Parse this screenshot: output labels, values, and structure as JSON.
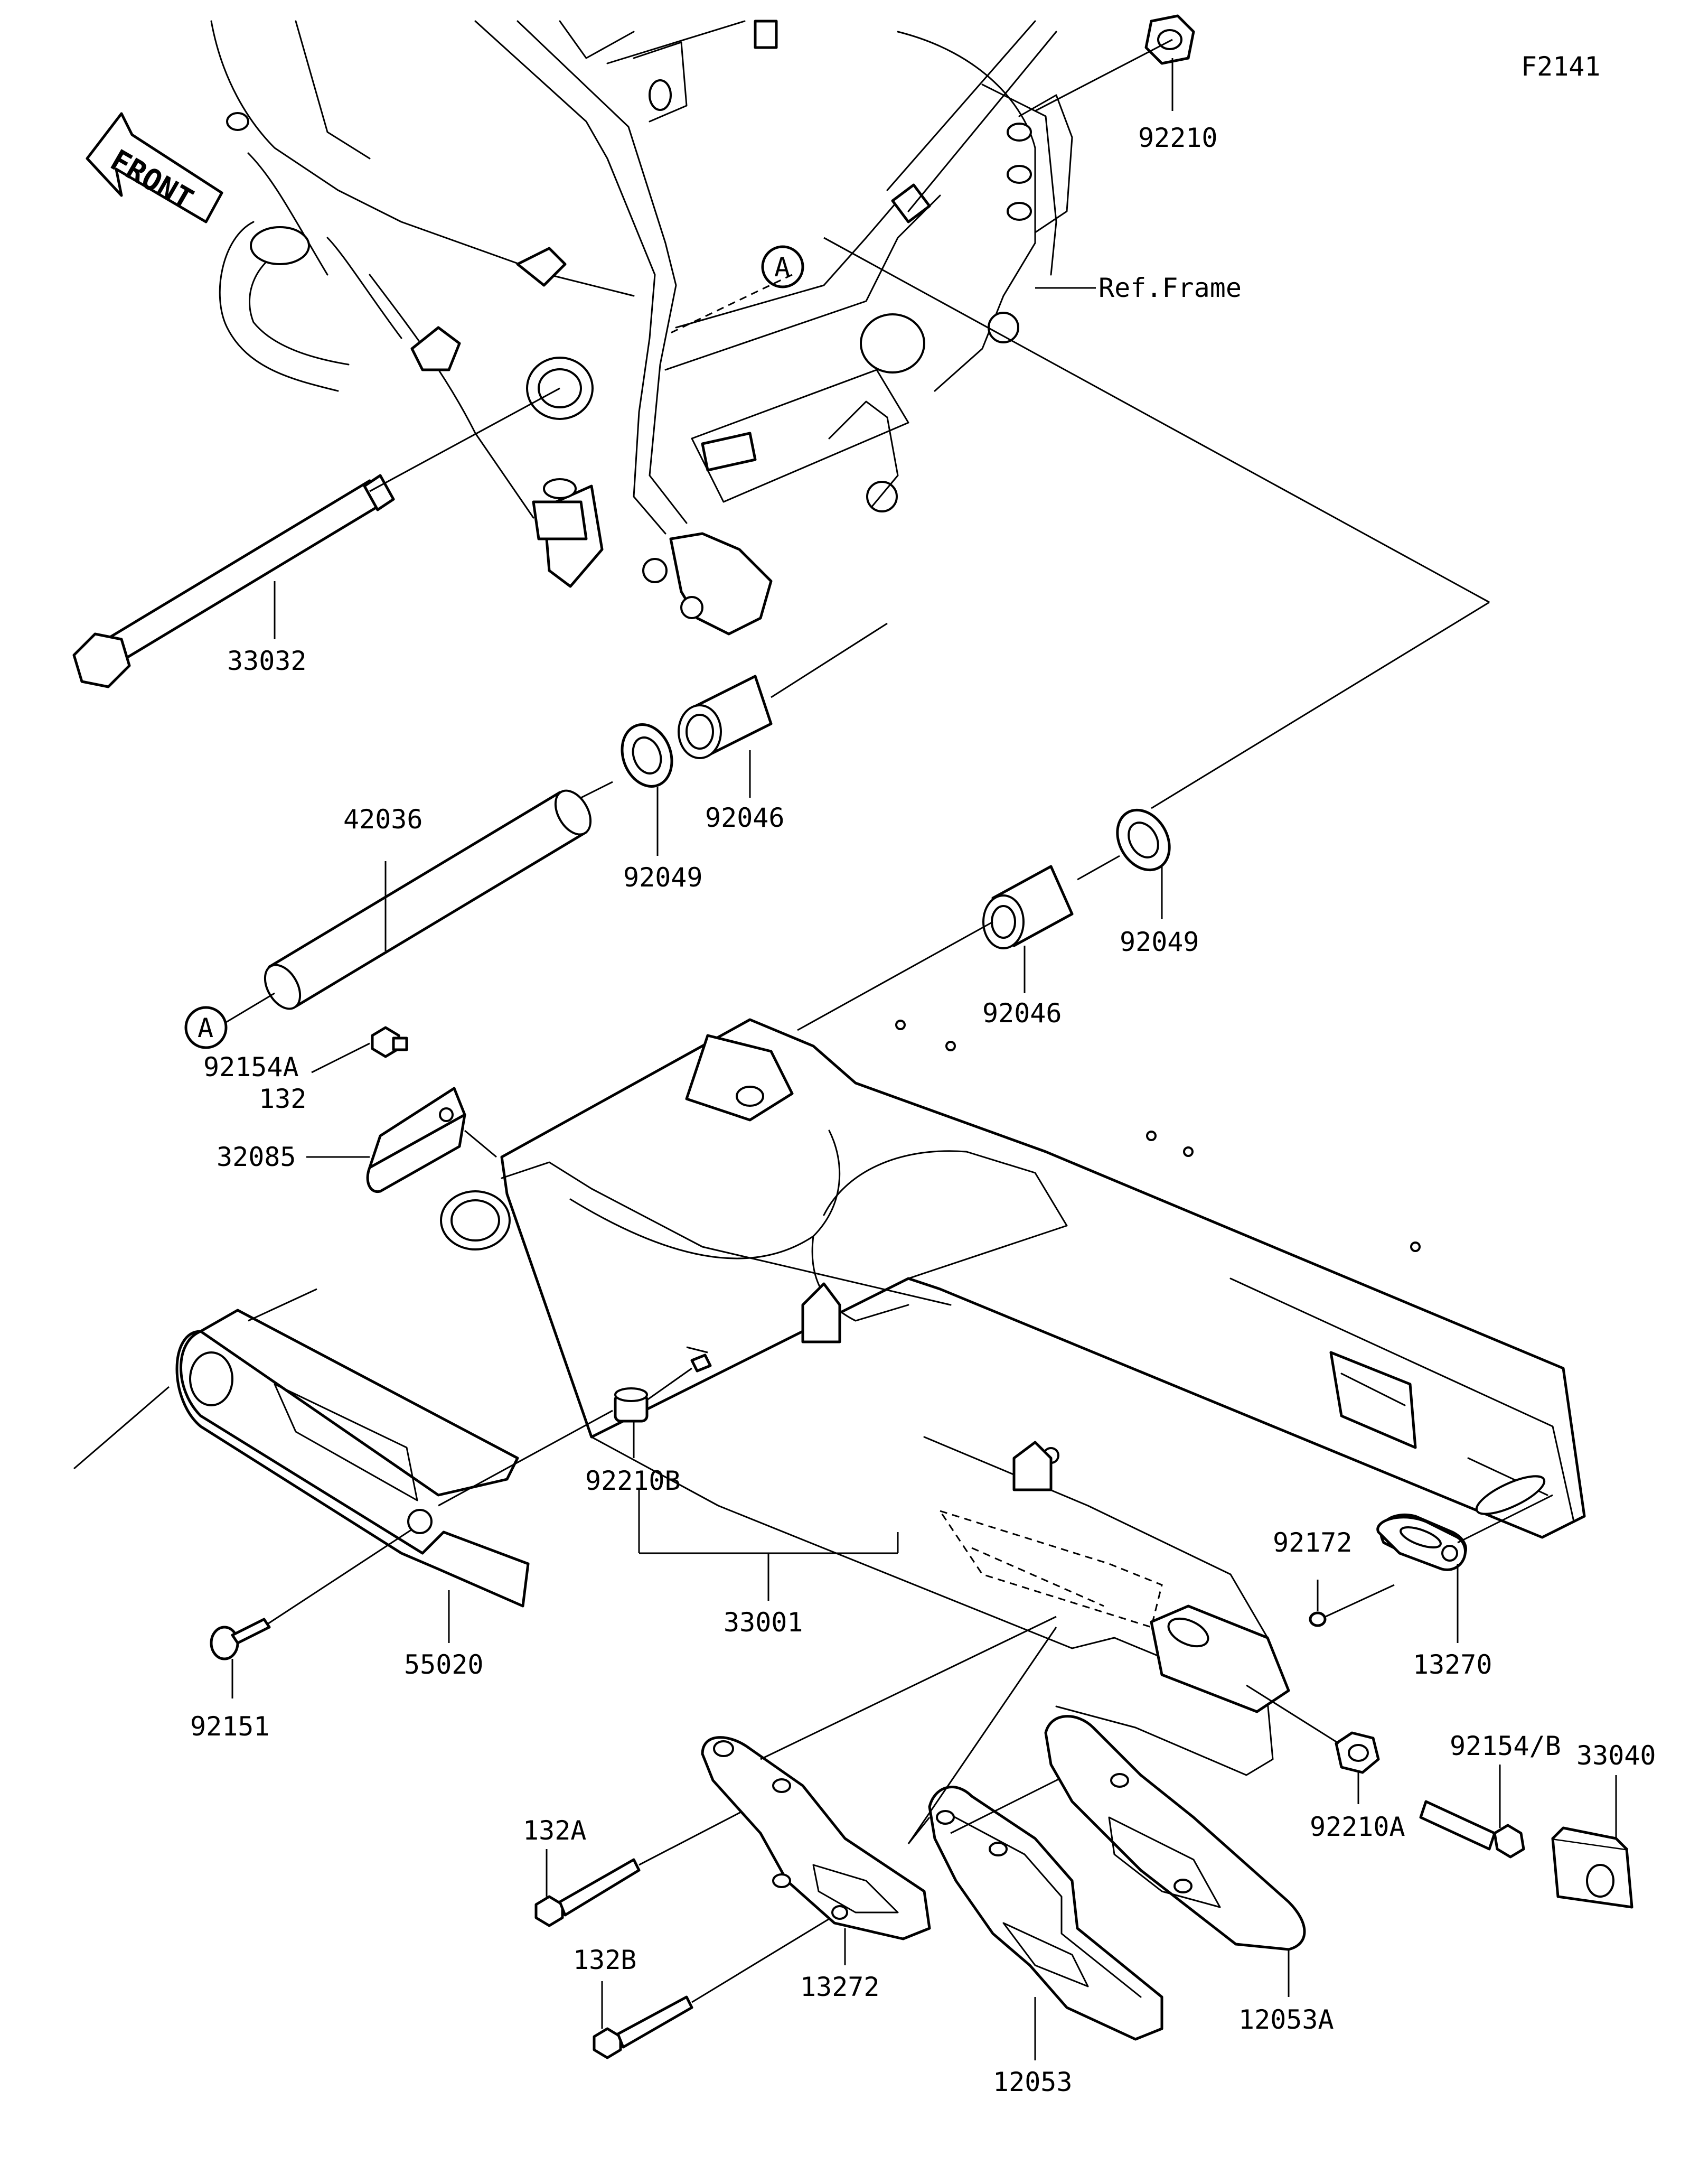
{
  "diagram_code": "F2141",
  "front_label": "FRONT",
  "ref_frame": "Ref.Frame",
  "marker": "A",
  "parts": {
    "p92210": "92210",
    "p33032": "33032",
    "p42036": "42036",
    "p92049_top": "92049",
    "p92046_top": "92046",
    "p92049_right": "92049",
    "p92046_right": "92046",
    "p92154A": "92154A",
    "p132": "132",
    "p32085": "32085",
    "p92210B": "92210B",
    "p33001": "33001",
    "p55020": "55020",
    "p92151": "92151",
    "p92172": "92172",
    "p13270": "13270",
    "p92210A": "92210A",
    "p92154B": "92154/B",
    "p33040": "33040",
    "p132A": "132A",
    "p132B": "132B",
    "p13272": "13272",
    "p12053": "12053",
    "p12053A": "12053A"
  }
}
